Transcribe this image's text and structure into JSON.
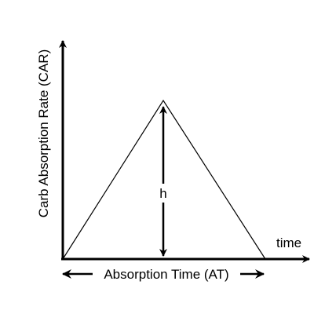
{
  "diagram": {
    "y_axis_label": "Carb Absorption Rate (CAR)",
    "x_axis_label": "time",
    "height_label": "h",
    "base_label": "Absorption Time (AT)"
  },
  "colors": {
    "stroke": "#000000",
    "background": "#ffffff"
  }
}
